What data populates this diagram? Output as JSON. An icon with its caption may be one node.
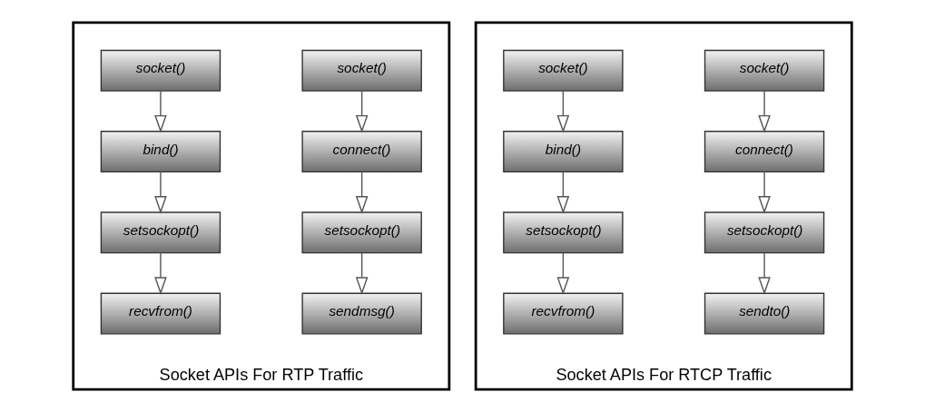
{
  "diagram": {
    "nodes": [
      {
        "text": [
          "Socket APIs For RTP Traffic"
        ]
      },
      {
        "text": [
          "socket()"
        ],
        "in": 0
      },
      {
        "text": [
          "socket()"
        ],
        "in": 0
      },
      {
        "text": [
          "connect()"
        ],
        "in": 0
      },
      {
        "text": [
          "bind()"
        ],
        "in": 0
      },
      {
        "text": [
          "setsockopt()"
        ],
        "in": 0
      },
      {
        "text": [
          "setsockopt()"
        ],
        "in": 0
      },
      {
        "text": [
          "sendmsg()"
        ],
        "in": 0
      },
      {
        "text": [
          "recvfrom()"
        ],
        "in": 0
      },
      {
        "text": [
          "Socket APIs For RTCP Traffic"
        ]
      },
      {
        "text": [
          "socket()"
        ],
        "in": 9
      },
      {
        "text": [
          "socket()"
        ],
        "in": 9
      },
      {
        "text": [
          "connect()"
        ],
        "in": 9
      },
      {
        "text": [
          "bind()"
        ],
        "in": 9
      },
      {
        "text": [
          "setsockopt()"
        ],
        "in": 9
      },
      {
        "text": [
          "setsockopt()"
        ],
        "in": 9
      },
      {
        "text": [
          "sendto()"
        ],
        "in": 9
      },
      {
        "text": [
          "recvfrom()"
        ],
        "in": 9
      }
    ],
    "edges": [
      {
        "from": 1,
        "to": 3,
        "arrow": "to"
      },
      {
        "from": 3,
        "to": 5,
        "arrow": "to"
      },
      {
        "from": 5,
        "to": 7,
        "arrow": "to"
      },
      {
        "from": 2,
        "to": 4,
        "arrow": "to"
      },
      {
        "from": 4,
        "to": 6,
        "arrow": "to"
      },
      {
        "from": 6,
        "to": 8,
        "arrow": "to"
      },
      {
        "from": 10,
        "to": 12,
        "arrow": "to"
      },
      {
        "from": 12,
        "to": 14,
        "arrow": "to"
      },
      {
        "from": 14,
        "to": 16,
        "arrow": "to"
      },
      {
        "from": 11,
        "to": 13,
        "arrow": "to"
      },
      {
        "from": 13,
        "to": 15,
        "arrow": "to"
      },
      {
        "from": 15,
        "to": 17,
        "arrow": "to"
      }
    ]
  }
}
